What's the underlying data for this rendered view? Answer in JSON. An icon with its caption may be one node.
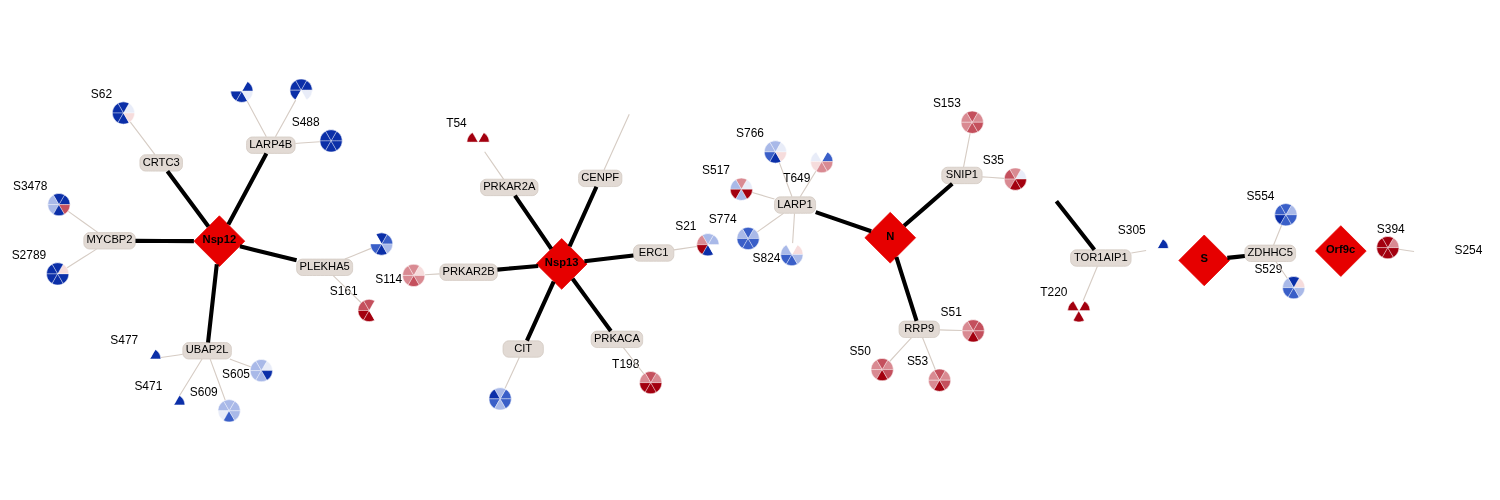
{
  "diagram": {
    "nodes": [
      {
        "text": [
          "S394"
        ]
      },
      {
        "text": [
          "Nsp12"
        ]
      },
      {
        "text": [
          "MYCBP2"
        ]
      },
      {
        "text": [
          "S2789"
        ]
      },
      {
        "text": [
          "S3478"
        ]
      },
      {
        "text": [
          "CRTC3"
        ]
      },
      {
        "text": [
          "S62"
        ]
      },
      {
        "text": [
          "UBAP2L"
        ]
      },
      {
        "text": [
          "S605"
        ]
      },
      {
        "text": [
          "S477"
        ]
      },
      {
        "text": [
          "S471"
        ]
      },
      {
        "text": [
          "S609"
        ]
      },
      {
        "text": [
          "LARP4B"
        ]
      },
      {
        "text": [
          "S488"
        ]
      },
      {
        "text": [],
        "shape": "circle"
      },
      {
        "text": [],
        "shape": "circle"
      },
      {
        "text": [
          "PLEKHA5"
        ]
      },
      {
        "text": [
          "S161"
        ]
      },
      {
        "text": [],
        "shape": "circle"
      },
      {
        "text": [
          "TOR1AIP1"
        ]
      },
      {
        "text": [
          "S305"
        ]
      },
      {
        "text": [
          "T220"
        ]
      },
      {
        "text": [
          "Nsp13"
        ]
      },
      {
        "text": [
          "T198"
        ]
      },
      {
        "text": [
          "PRKACA"
        ]
      },
      {
        "text": [
          "T54"
        ]
      },
      {
        "text": [
          "PRKAR2A"
        ]
      },
      {
        "text": [
          "S114"
        ]
      },
      {
        "text": [
          "PRKAR2B"
        ]
      },
      {
        "text": [
          "ERC1"
        ]
      },
      {
        "text": [
          "S21"
        ]
      },
      {
        "text": [
          "CIT"
        ]
      },
      {
        "text": [],
        "shape": "circle"
      },
      {
        "text": [
          "CENPF"
        ]
      },
      {
        "text": [
          "S"
        ]
      },
      {
        "text": [
          "ZDHHC5"
        ]
      },
      {
        "text": [
          "S529"
        ]
      },
      {
        "text": [
          "S554"
        ]
      },
      {
        "text": [
          "LARP1"
        ]
      },
      {
        "text": [
          "S824"
        ]
      },
      {
        "text": [
          "S774"
        ]
      },
      {
        "text": [
          "S766"
        ]
      },
      {
        "text": [
          "T649"
        ]
      },
      {
        "text": [
          "S517"
        ]
      },
      {
        "text": [
          "N"
        ]
      },
      {
        "text": [
          "RRP9"
        ]
      },
      {
        "text": [
          "S50"
        ]
      },
      {
        "text": [
          "S51"
        ]
      },
      {
        "text": [
          "S53"
        ]
      },
      {
        "text": [
          "SNIP1"
        ]
      },
      {
        "text": [
          "S35"
        ]
      },
      {
        "text": [
          "S153"
        ]
      },
      {
        "text": [
          "Orf9c"
        ]
      }
    ],
    "edges": [
      {
        "from": null,
        "to": 0,
        "arrow": "none"
      },
      {
        "from": 1,
        "to": 2,
        "arrow": "none",
        "style": "thick",
        "color": "#000000"
      },
      {
        "from": 2,
        "to": 3,
        "arrow": "none"
      },
      {
        "from": 2,
        "to": 4,
        "arrow": "none"
      },
      {
        "from": 1,
        "to": 5,
        "arrow": "none",
        "style": "thick",
        "color": "#000000"
      },
      {
        "from": 5,
        "to": 6,
        "arrow": "none"
      },
      {
        "from": 1,
        "to": 7,
        "arrow": "none",
        "style": "thick",
        "color": "#000000"
      },
      {
        "from": 7,
        "to": 8,
        "arrow": "none"
      },
      {
        "from": 7,
        "to": 9,
        "arrow": "none"
      },
      {
        "from": 7,
        "to": 10,
        "arrow": "none"
      },
      {
        "from": 7,
        "to": 11,
        "arrow": "none"
      },
      {
        "from": 1,
        "to": 12,
        "arrow": "none",
        "style": "thick",
        "color": "#000000"
      },
      {
        "from": 12,
        "to": 13,
        "arrow": "none"
      },
      {
        "from": 12,
        "to": 14,
        "arrow": "none"
      },
      {
        "from": 12,
        "to": 15,
        "arrow": "none"
      },
      {
        "from": 1,
        "to": 16,
        "arrow": "none",
        "style": "thick",
        "color": "#000000"
      },
      {
        "from": 16,
        "to": 17,
        "arrow": "none"
      },
      {
        "from": 16,
        "to": 18,
        "arrow": "none"
      },
      {
        "from": null,
        "to": 19,
        "arrow": "none",
        "style": "thick",
        "color": "#000000"
      },
      {
        "from": 19,
        "to": 20,
        "arrow": "none"
      },
      {
        "from": 19,
        "to": 21,
        "arrow": "none"
      },
      {
        "from": 22,
        "to": 24,
        "arrow": "none",
        "style": "thick",
        "color": "#000000"
      },
      {
        "from": 24,
        "to": 23,
        "arrow": "none"
      },
      {
        "from": 22,
        "to": 26,
        "arrow": "none",
        "style": "thick",
        "color": "#000000"
      },
      {
        "from": 26,
        "to": 25,
        "arrow": "none"
      },
      {
        "from": 22,
        "to": 28,
        "arrow": "none",
        "style": "thick",
        "color": "#000000"
      },
      {
        "from": 28,
        "to": 27,
        "arrow": "none"
      },
      {
        "from": 22,
        "to": 29,
        "arrow": "none",
        "style": "thick",
        "color": "#000000"
      },
      {
        "from": 29,
        "to": 30,
        "arrow": "none"
      },
      {
        "from": 22,
        "to": 31,
        "arrow": "none",
        "style": "thick",
        "color": "#000000"
      },
      {
        "from": 31,
        "to": 32,
        "arrow": "none"
      },
      {
        "from": 22,
        "to": 33,
        "arrow": "none",
        "style": "thick",
        "color": "#000000"
      },
      {
        "from": 33,
        "to": null,
        "arrow": "none"
      },
      {
        "from": 34,
        "to": 35,
        "arrow": "none",
        "style": "thick",
        "color": "#000000"
      },
      {
        "from": 35,
        "to": 36,
        "arrow": "none"
      },
      {
        "from": 35,
        "to": 37,
        "arrow": "none"
      },
      {
        "from": 38,
        "to": 39,
        "arrow": "none"
      },
      {
        "from": 38,
        "to": 40,
        "arrow": "none"
      },
      {
        "from": 38,
        "to": 41,
        "arrow": "none"
      },
      {
        "from": 38,
        "to": 42,
        "arrow": "none"
      },
      {
        "from": 38,
        "to": 43,
        "arrow": "none"
      },
      {
        "from": 44,
        "to": 38,
        "arrow": "none",
        "style": "thick",
        "color": "#000000"
      },
      {
        "from": 44,
        "to": 45,
        "arrow": "none",
        "style": "thick",
        "color": "#000000"
      },
      {
        "from": 45,
        "to": 46,
        "arrow": "none"
      },
      {
        "from": 45,
        "to": 47,
        "arrow": "none"
      },
      {
        "from": 45,
        "to": 48,
        "arrow": "none"
      },
      {
        "from": 44,
        "to": 49,
        "arrow": "none",
        "style": "thick",
        "color": "#000000"
      },
      {
        "from": 49,
        "to": 50,
        "arrow": "none"
      },
      {
        "from": 49,
        "to": 51,
        "arrow": "none"
      }
    ],
    "labels": [
      "S254"
    ]
  }
}
